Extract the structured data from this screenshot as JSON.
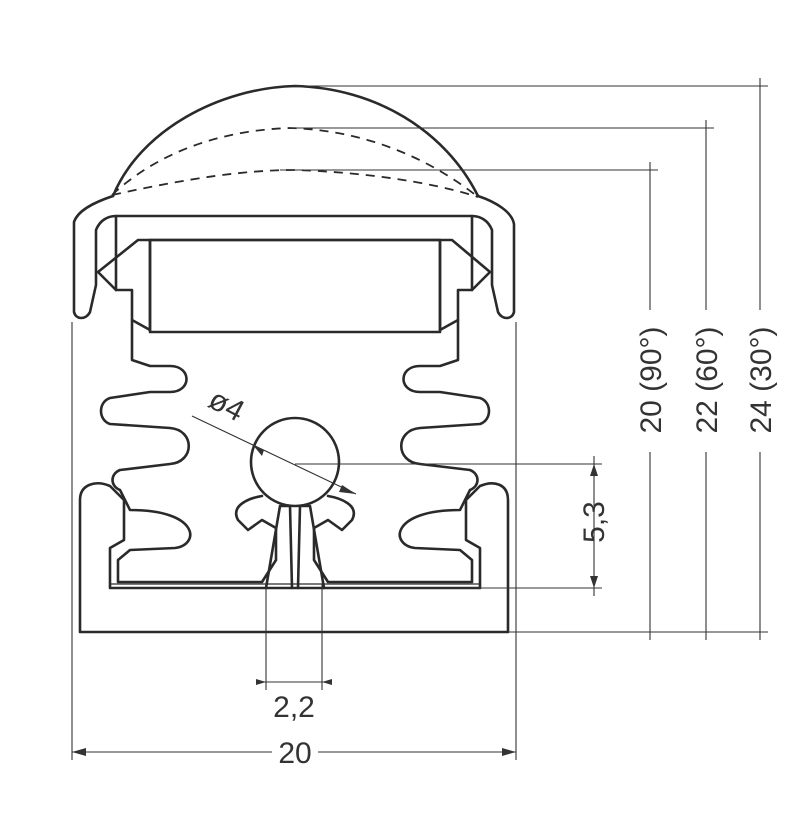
{
  "dimensions": {
    "width": "20",
    "slot_width": "2,2",
    "bore_offset": "5,3",
    "bore_diameter": "ø4",
    "height_90": "20 (90°)",
    "height_60": "22 (60°)",
    "height_30": "24 (30°)"
  },
  "colors": {
    "line": "#2a2a2a",
    "background": "#ffffff"
  }
}
